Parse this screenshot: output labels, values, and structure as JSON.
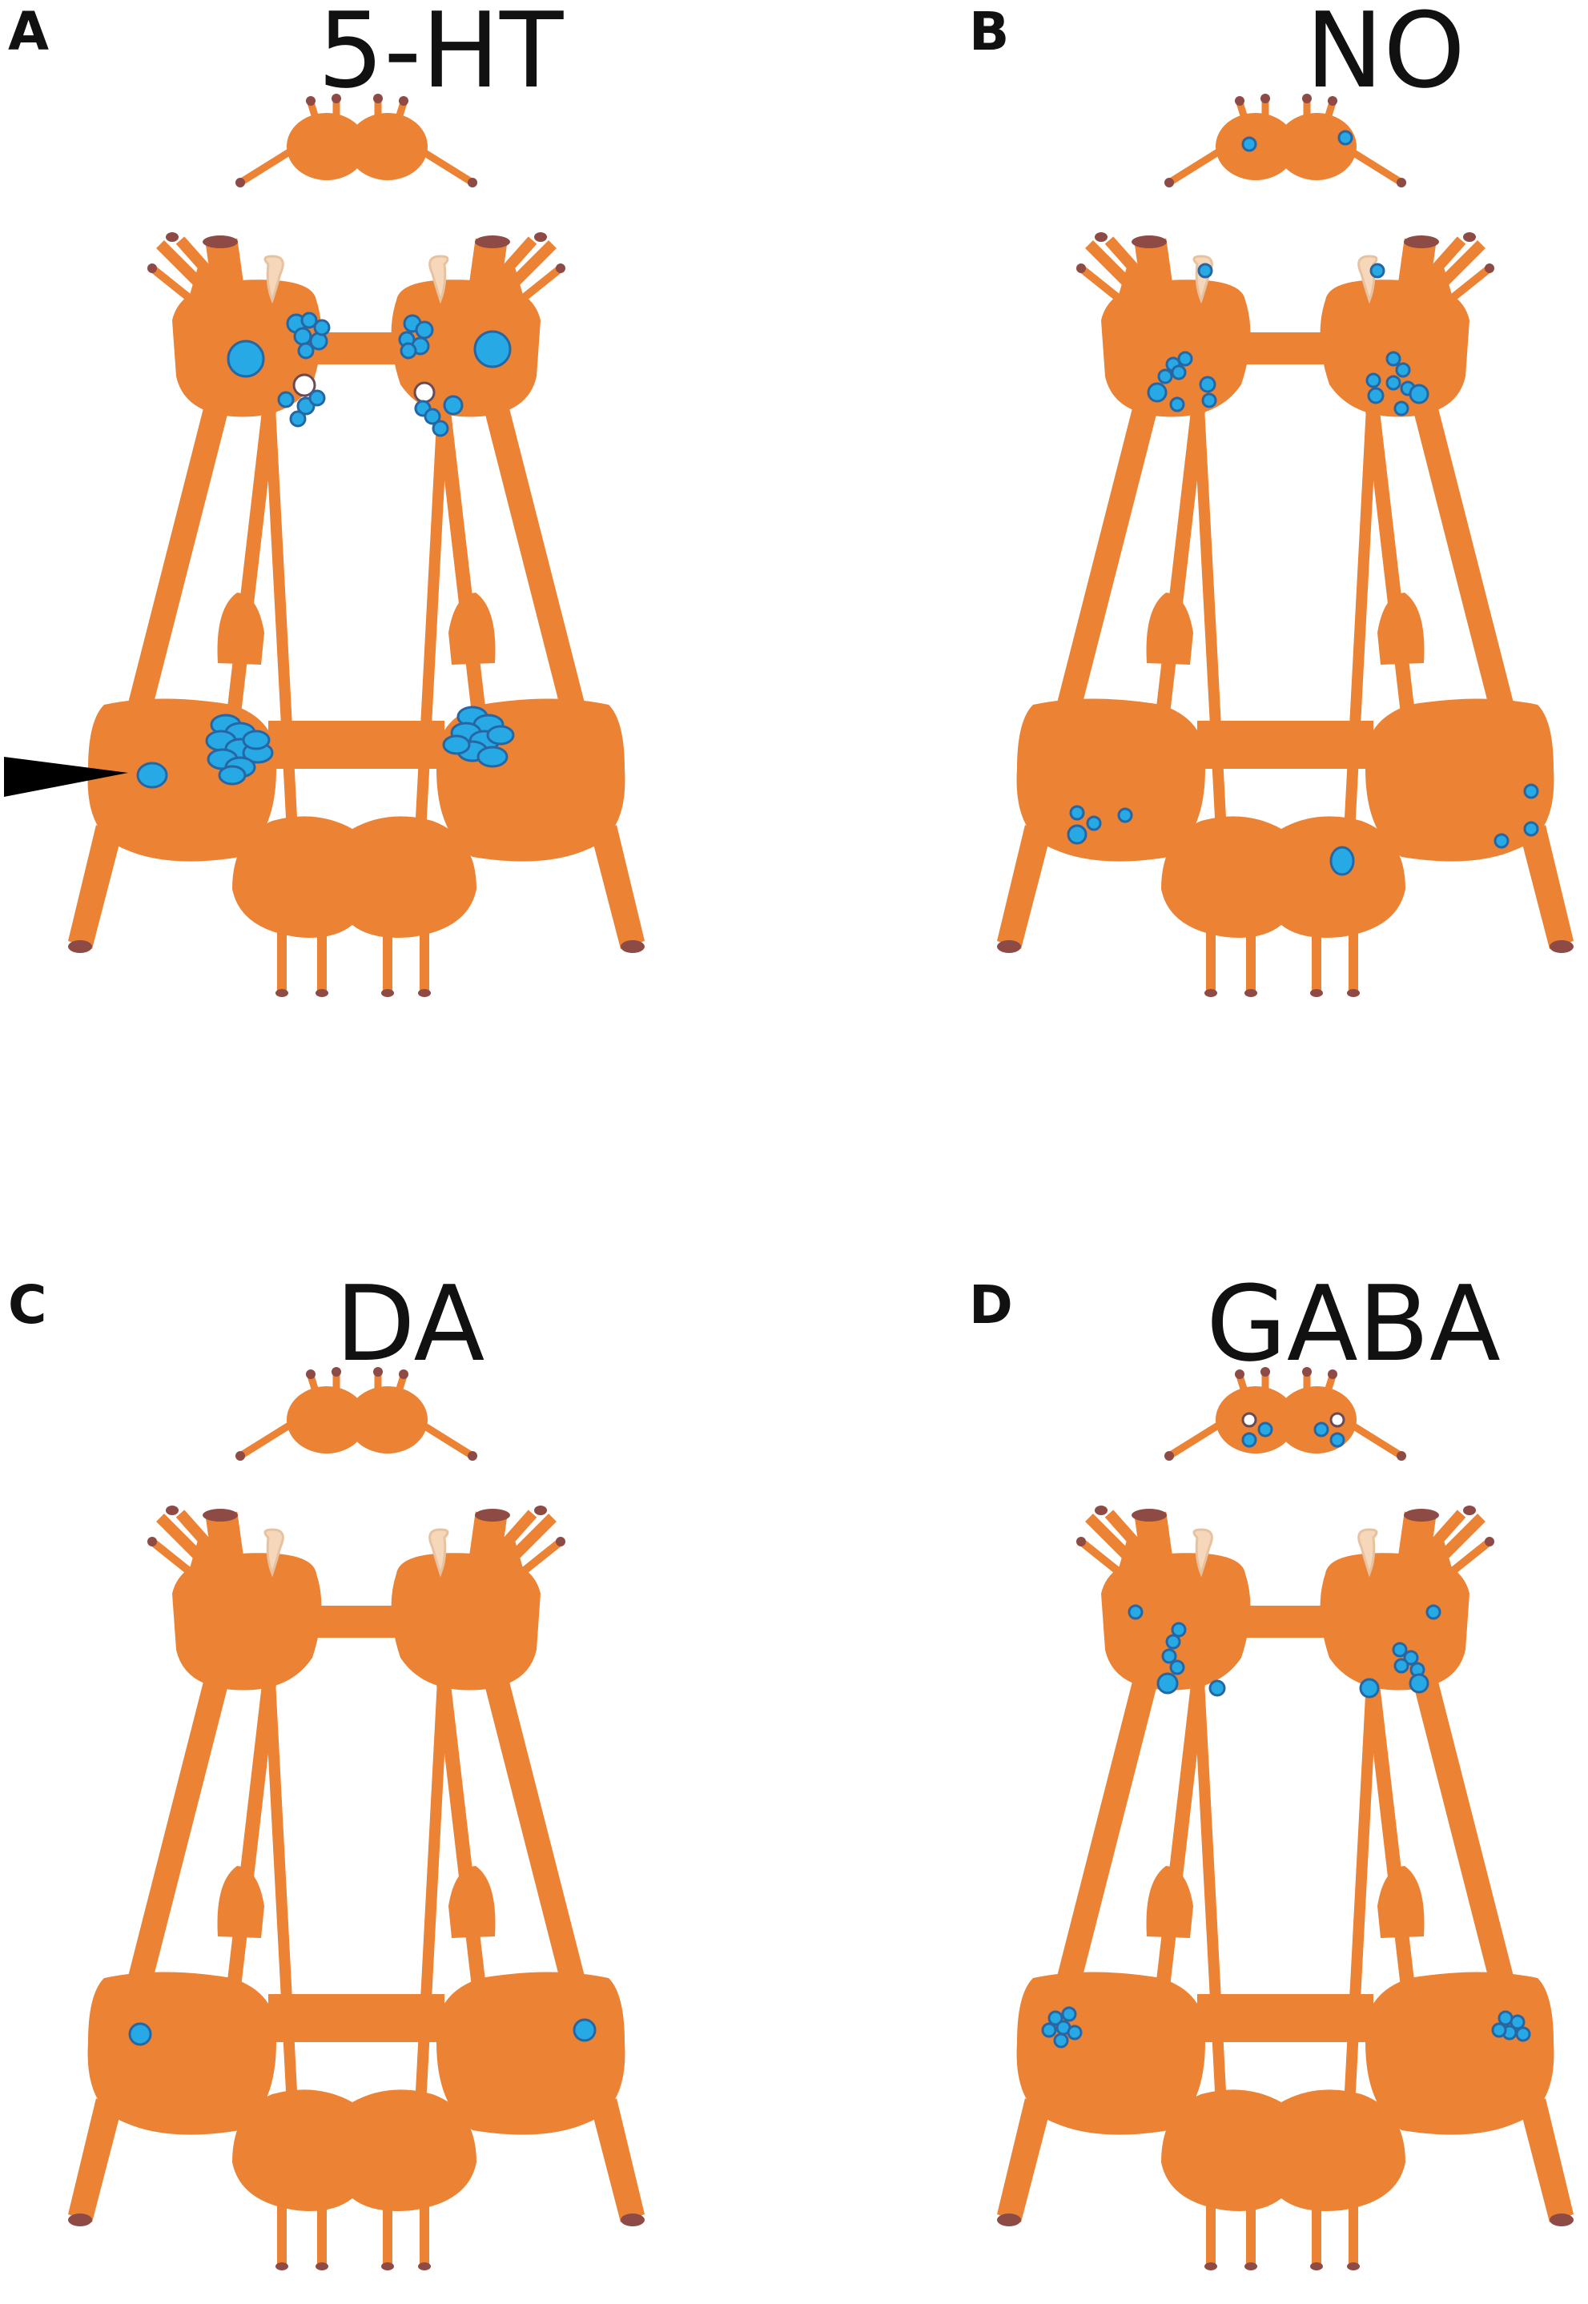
{
  "panels": [
    {
      "id": "A",
      "letter": "A",
      "title": "5-HT"
    },
    {
      "id": "B",
      "letter": "B",
      "title": "NO"
    },
    {
      "id": "C",
      "letter": "C",
      "title": "DA"
    },
    {
      "id": "D",
      "letter": "D",
      "title": "GABA"
    }
  ],
  "colors": {
    "tissue": "#ec8234",
    "nerve_end": "#8e4a45",
    "labeled_cell": "#27a9e6",
    "vesicle": "#f6d7b9",
    "arrowhead": "#000000"
  }
}
